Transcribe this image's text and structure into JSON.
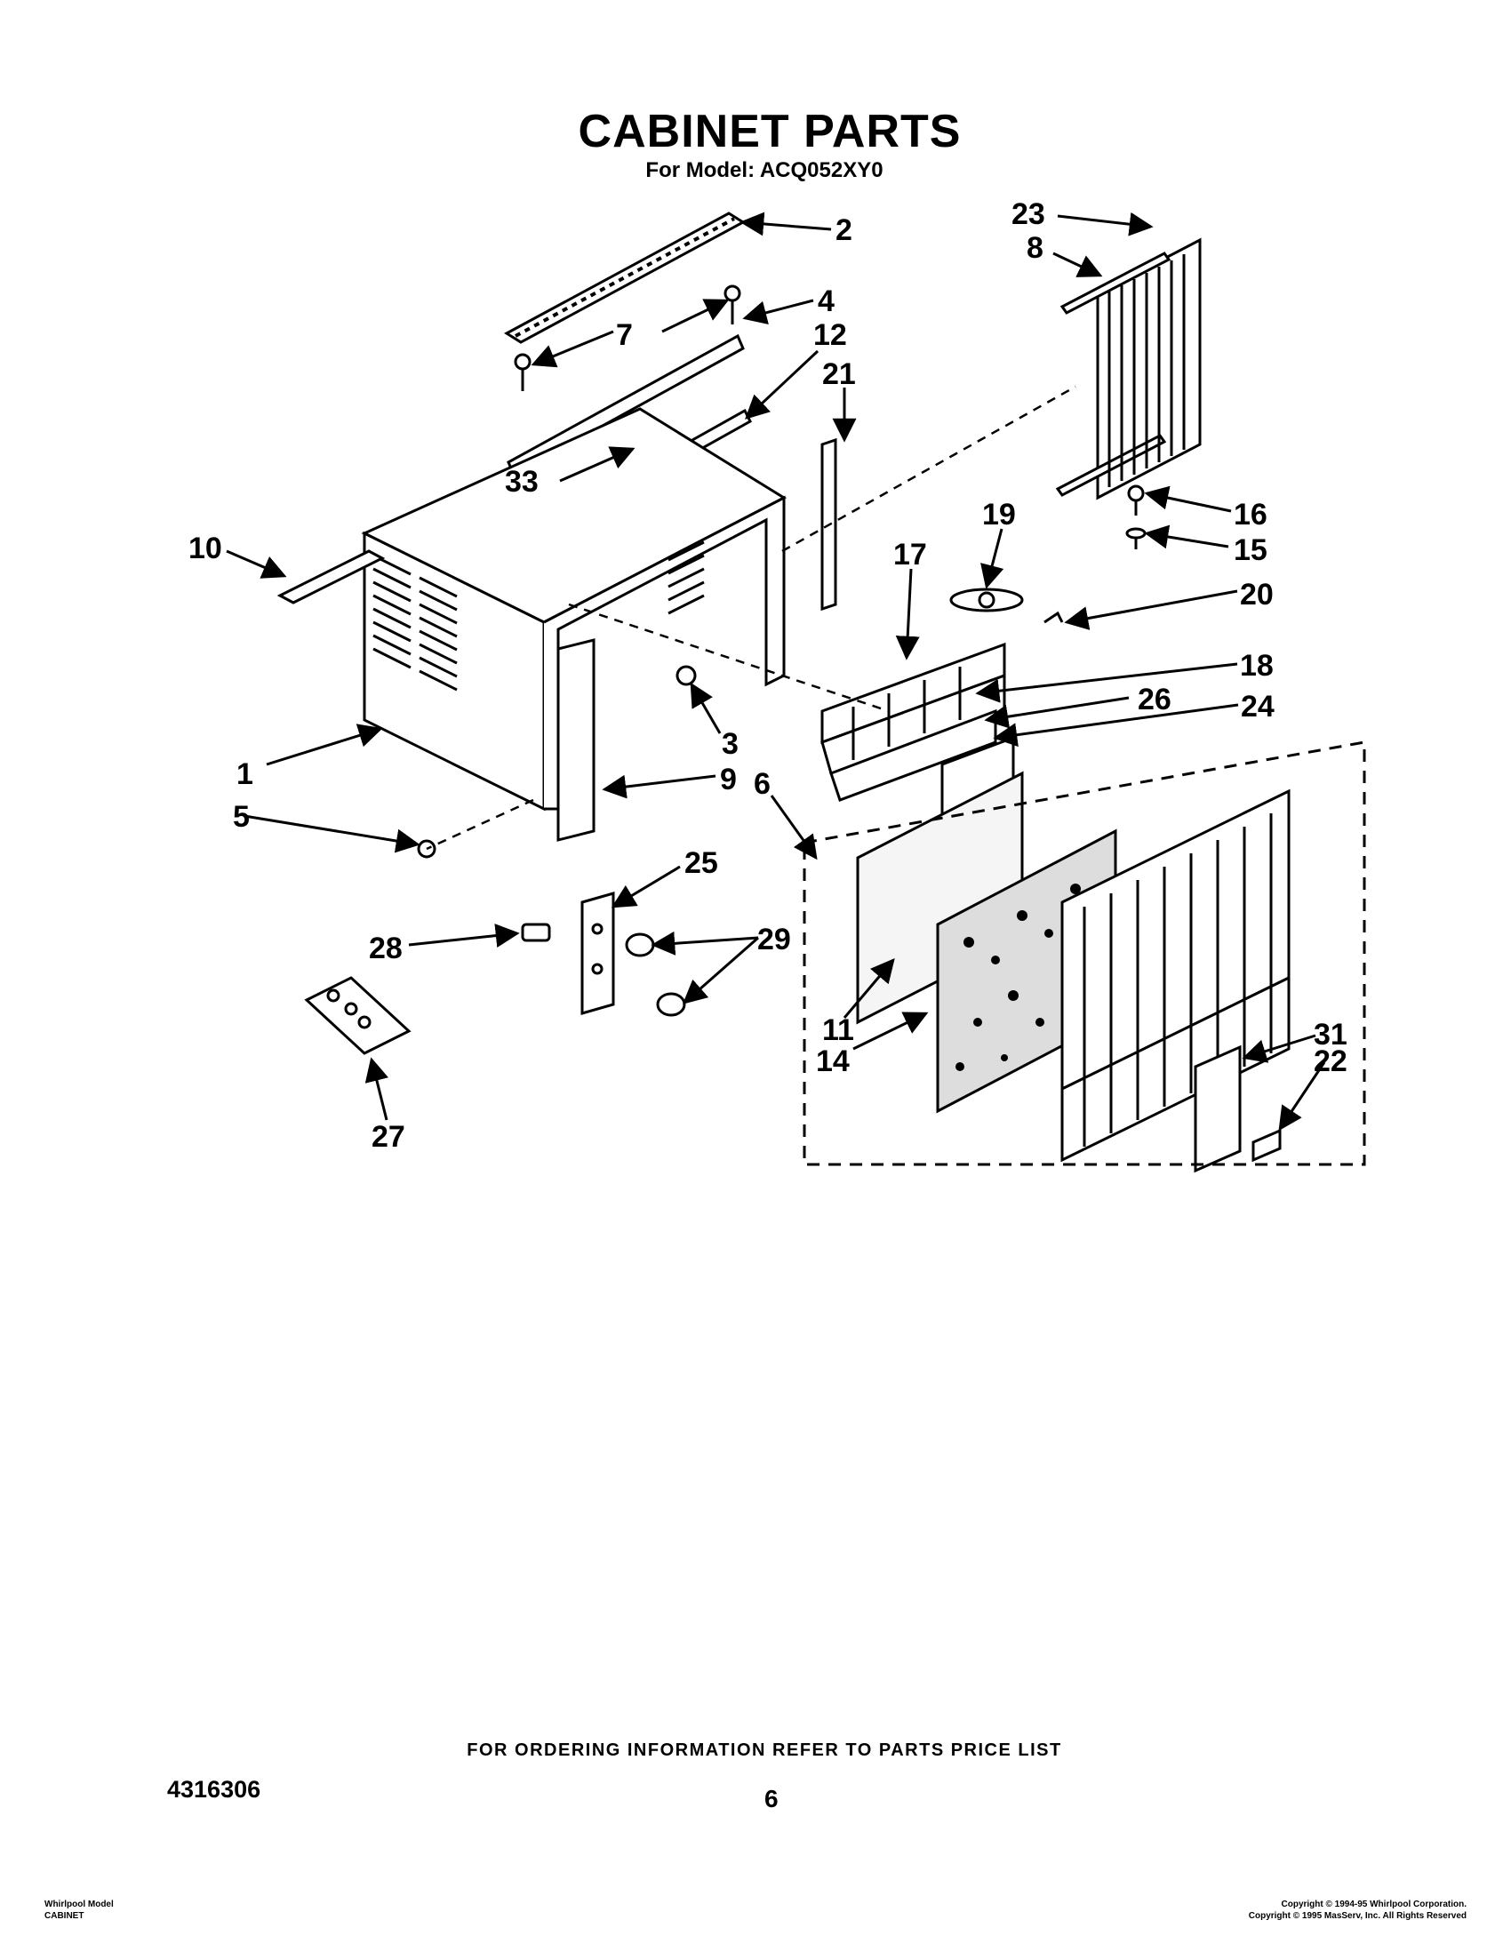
{
  "header": {
    "title": "CABINET PARTS",
    "subtitle": "For Model: ACQ052XY0"
  },
  "diagram": {
    "callouts": [
      {
        "id": "c2",
        "label": "2"
      },
      {
        "id": "c23",
        "label": "23"
      },
      {
        "id": "c8",
        "label": "8"
      },
      {
        "id": "c4",
        "label": "4"
      },
      {
        "id": "c7",
        "label": "7"
      },
      {
        "id": "c12",
        "label": "12"
      },
      {
        "id": "c21",
        "label": "21"
      },
      {
        "id": "c33",
        "label": "33"
      },
      {
        "id": "c10",
        "label": "10"
      },
      {
        "id": "c16",
        "label": "16"
      },
      {
        "id": "c15",
        "label": "15"
      },
      {
        "id": "c19",
        "label": "19"
      },
      {
        "id": "c17",
        "label": "17"
      },
      {
        "id": "c20",
        "label": "20"
      },
      {
        "id": "c18",
        "label": "18"
      },
      {
        "id": "c26",
        "label": "26"
      },
      {
        "id": "c24",
        "label": "24"
      },
      {
        "id": "c3",
        "label": "3"
      },
      {
        "id": "c1",
        "label": "1"
      },
      {
        "id": "c9",
        "label": "9"
      },
      {
        "id": "c6",
        "label": "6"
      },
      {
        "id": "c5",
        "label": "5"
      },
      {
        "id": "c25",
        "label": "25"
      },
      {
        "id": "c28",
        "label": "28"
      },
      {
        "id": "c29",
        "label": "29"
      },
      {
        "id": "c11",
        "label": "11"
      },
      {
        "id": "c14",
        "label": "14"
      },
      {
        "id": "c31",
        "label": "31"
      },
      {
        "id": "c22",
        "label": "22"
      },
      {
        "id": "c27",
        "label": "27"
      }
    ]
  },
  "footer": {
    "order_note": "FOR ORDERING INFORMATION REFER TO PARTS PRICE LIST",
    "doc_number": "4316306",
    "page_number": "6",
    "left_line1": "Whirlpool Model",
    "left_line2": "CABINET",
    "right_line1": "Copyright © 1994-95 Whirlpool Corporation.",
    "right_line2": "Copyright © 1995 MasServ, Inc.  All Rights Reserved"
  }
}
